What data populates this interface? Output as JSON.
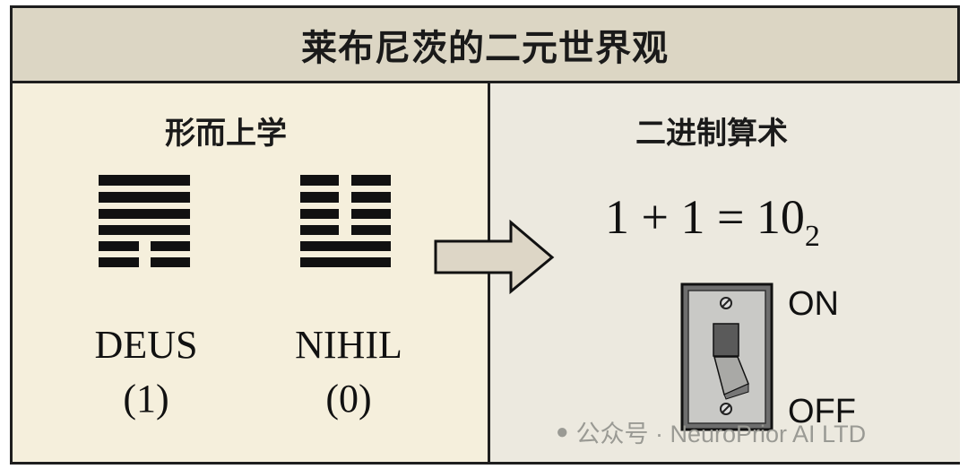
{
  "title": "莱布尼茨的二元世界观",
  "left_panel": {
    "heading": "形而上学",
    "hexagrams": [
      {
        "name": "DEUS",
        "value": "(1)",
        "lines_top_to_bottom": [
          "solid",
          "solid",
          "solid",
          "solid",
          "broken",
          "broken"
        ]
      },
      {
        "name": "NIHIL",
        "value": "(0)",
        "lines_top_to_bottom": [
          "broken",
          "broken",
          "broken",
          "broken",
          "solid",
          "solid"
        ]
      }
    ]
  },
  "right_panel": {
    "heading": "二进制算术",
    "equation": "1 + 1 = 10",
    "equation_subscript": "2",
    "switch_on_label": "ON",
    "switch_off_label": "OFF"
  },
  "watermark": {
    "label": "公众号 · NeuroPrior AI LTD"
  },
  "colors": {
    "header": "#dcd6c4",
    "left_bg": "#f5efdc",
    "right_bg": "#ece9df",
    "ink": "#1a1a1a"
  }
}
